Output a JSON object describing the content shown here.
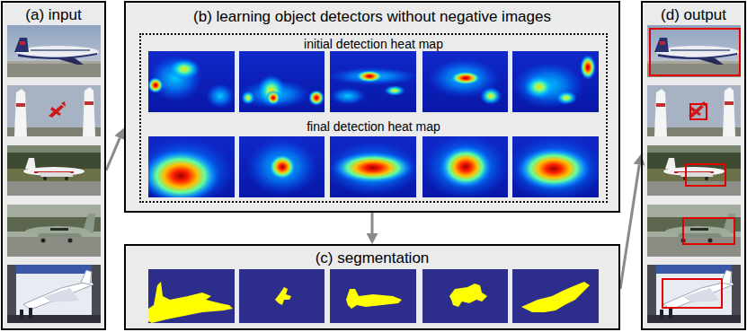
{
  "diagram": {
    "nodes": [
      {
        "text": [
          "(a) input"
        ]
      },
      {
        "text": [
          "(b) learning object detectors without negative images"
        ]
      },
      {
        "text": [
          "initial detection heat map",
          "final detection heat map"
        ],
        "in": 1
      },
      {
        "text": [
          "(c) segmentation"
        ]
      },
      {
        "text": [
          "(d) output"
        ]
      }
    ],
    "edges": [
      {
        "from": 0,
        "to": 1,
        "arrow": "to"
      },
      {
        "from": 1,
        "to": 3,
        "arrow": "to"
      },
      {
        "from": 3,
        "to": 4,
        "arrow": "to"
      }
    ]
  }
}
